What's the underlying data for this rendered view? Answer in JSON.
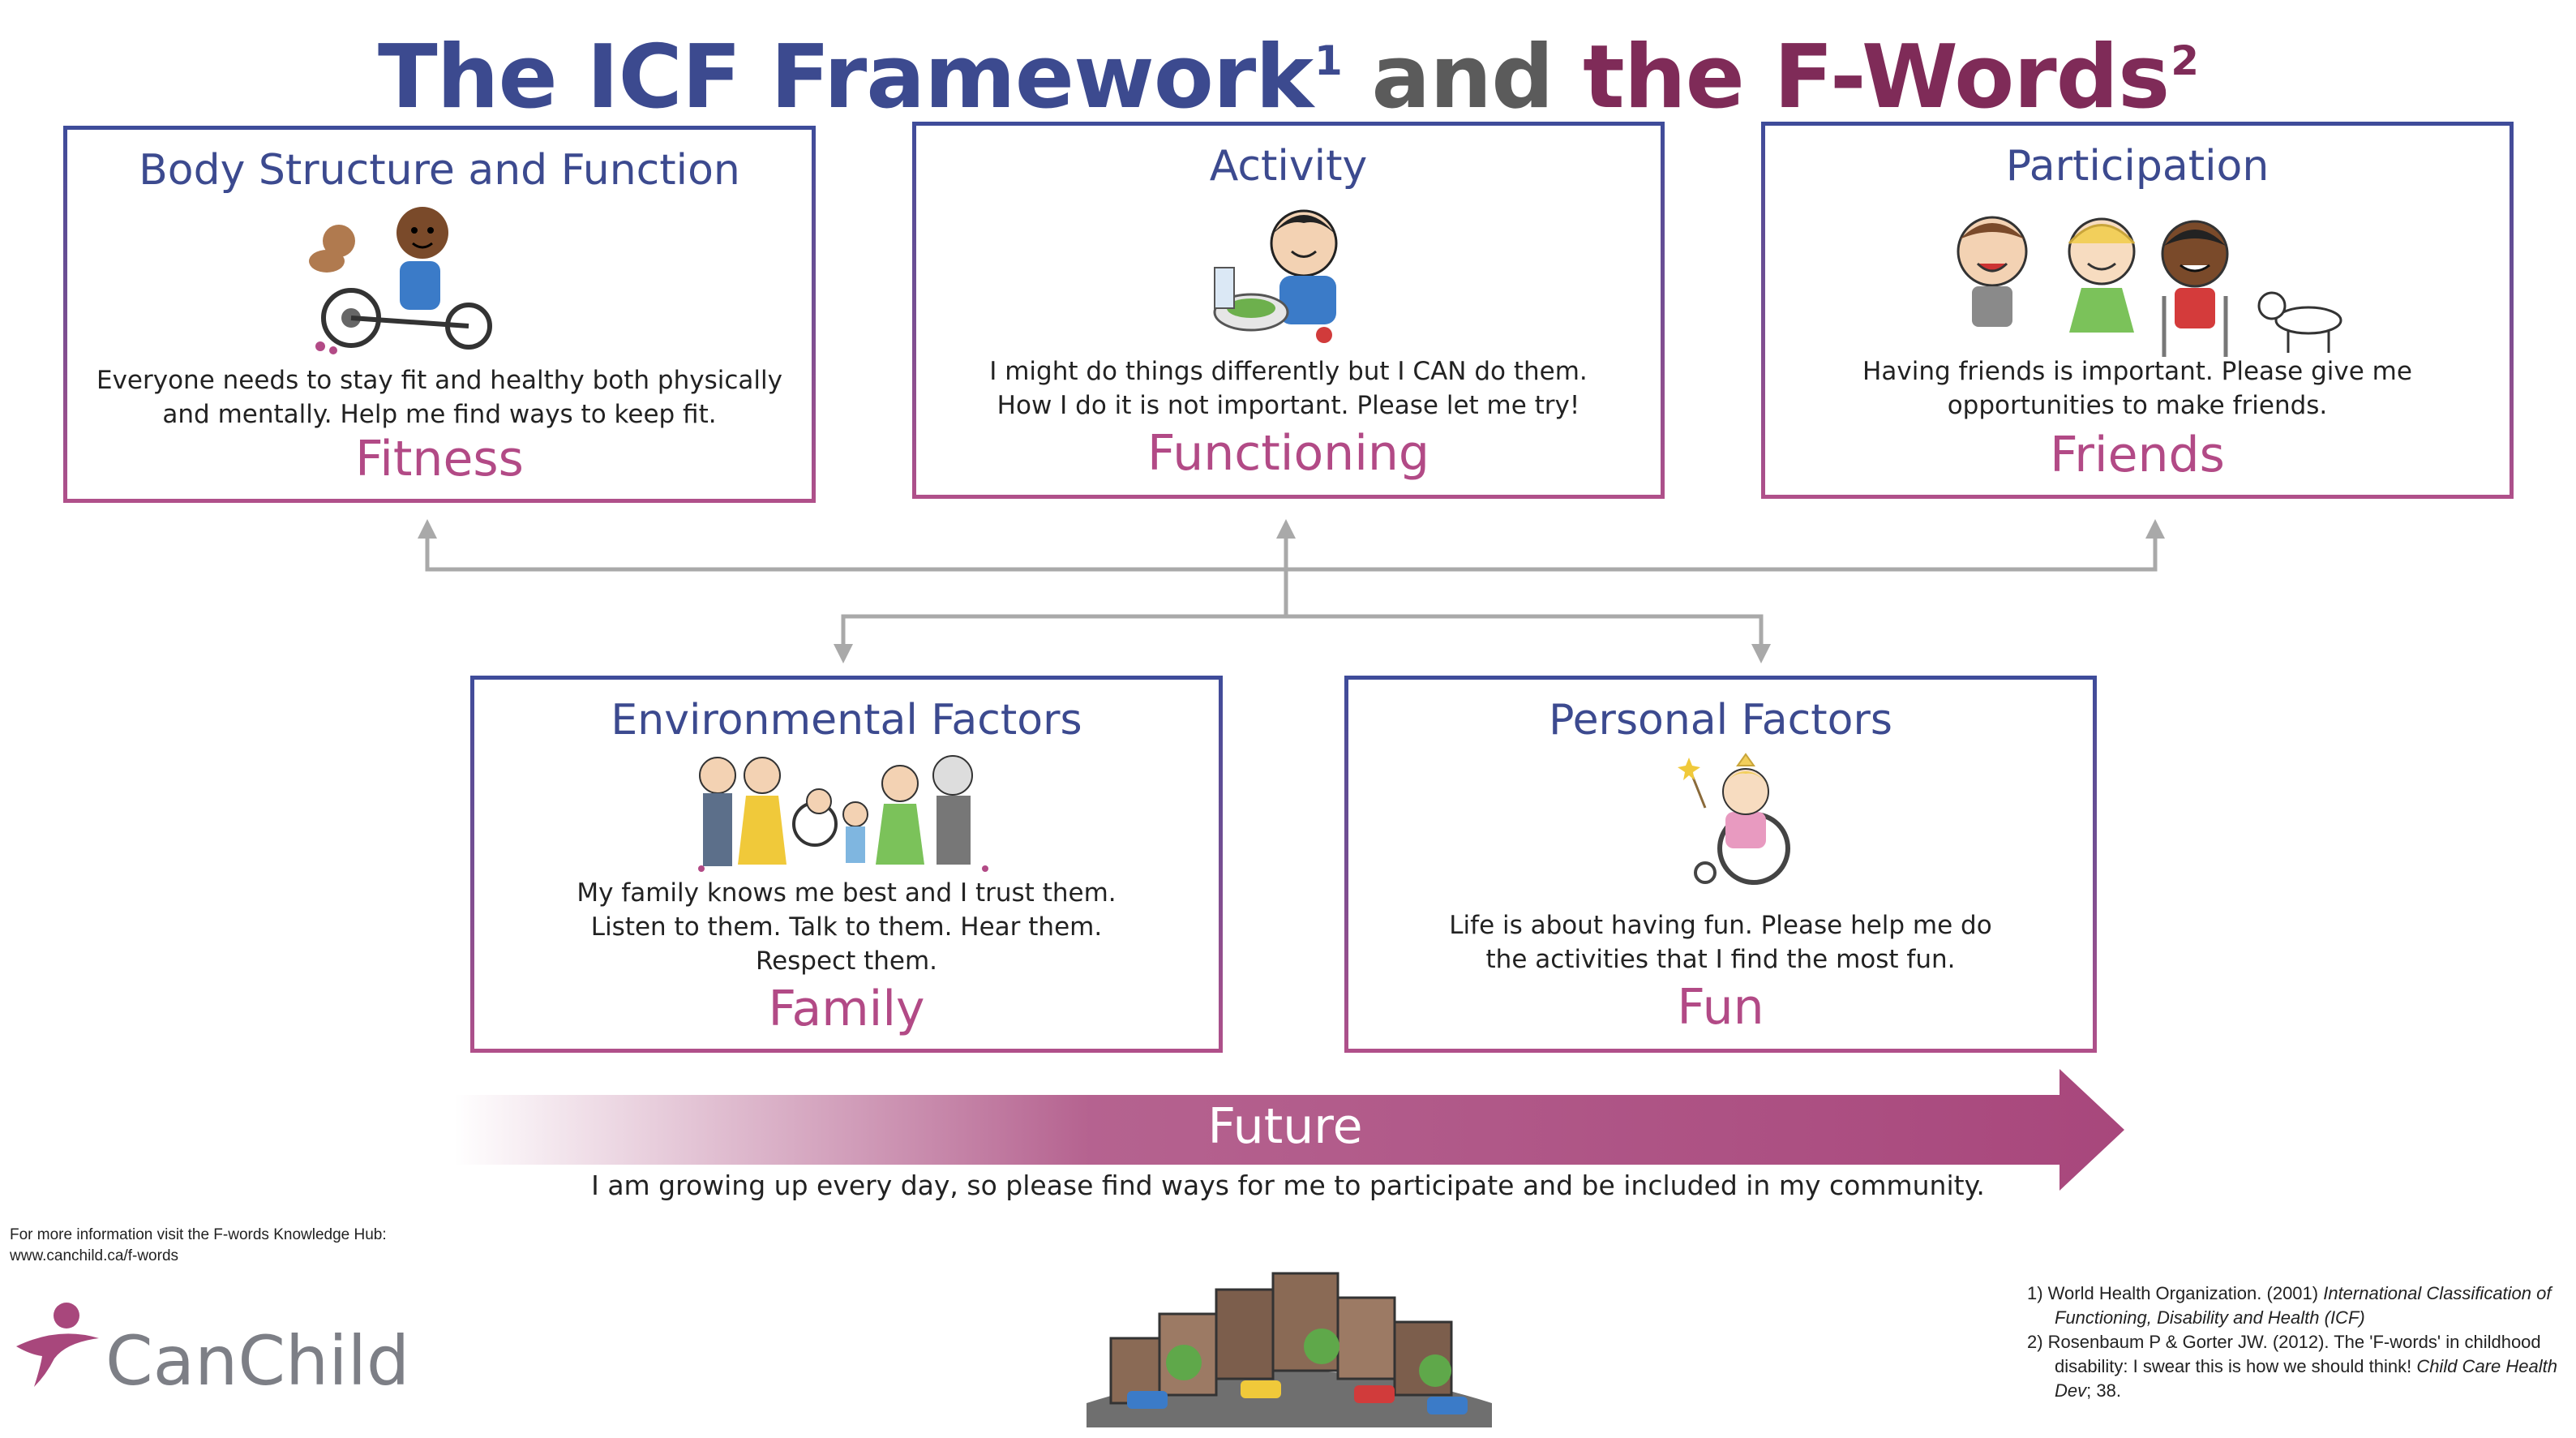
{
  "title": {
    "part1": "The ICF Framework",
    "sup1": "1",
    "part2": " and ",
    "part3": "the F-Words",
    "sup2": "2"
  },
  "boxes": [
    {
      "heading": "Body Structure and Function",
      "desc_line1": "Everyone needs to stay fit and healthy both physically",
      "desc_line2": "and mentally. Help me find ways to keep fit.",
      "fword": "Fitness"
    },
    {
      "heading": "Activity",
      "desc_line1": "I might do things differently but I CAN do them.",
      "desc_line2": "How I do it is not important. Please let me try!",
      "fword": "Functioning"
    },
    {
      "heading": "Participation",
      "desc_line1": "Having friends is important. Please give me",
      "desc_line2": "opportunities to make friends.",
      "fword": "Friends"
    },
    {
      "heading": "Environmental Factors",
      "desc_line1": "My family knows me best and I trust them.",
      "desc_line2": "Listen to them. Talk to them. Hear them.",
      "desc_line3": "Respect them.",
      "fword": "Family"
    },
    {
      "heading": "Personal Factors",
      "desc_line1": "Life is about having fun. Please help me do",
      "desc_line2": "the activities that I find the most fun.",
      "fword": "Fun"
    }
  ],
  "future": {
    "label": "Future",
    "desc": "I am growing up every day, so please find ways for me to participate and be included in my community."
  },
  "footer": {
    "more_info_line1": "For more information visit the F-words Knowledge Hub:",
    "more_info_line2": "www.canchild.ca/f-words",
    "logo_text": "CanChild",
    "ref1_plain": "1) World Health Organization. (2001) ",
    "ref1_italic": "International Classification of Functioning, Disability and Health (ICF)",
    "ref2_plain": "2) Rosenbaum P & Gorter JW. (2012). The 'F-words' in childhood disability: I swear this is how we should think! ",
    "ref2_italic": "Child Care Health Dev",
    "ref2_end": "; 38."
  },
  "colors": {
    "title_blue": "#3c4a8f",
    "title_gray": "#5b5b5b",
    "title_plum": "#7f2b58",
    "fword_pink": "#b24a86",
    "future_plum": "#a8477c",
    "arrow_gray": "#a9a9a9"
  },
  "icons": [
    "child-tricycle-dog-icon",
    "child-eating-icon",
    "three-friends-dog-icon",
    "family-group-icon",
    "girl-wheelchair-icon",
    "canchild-logo-icon",
    "city-buildings-icon"
  ]
}
